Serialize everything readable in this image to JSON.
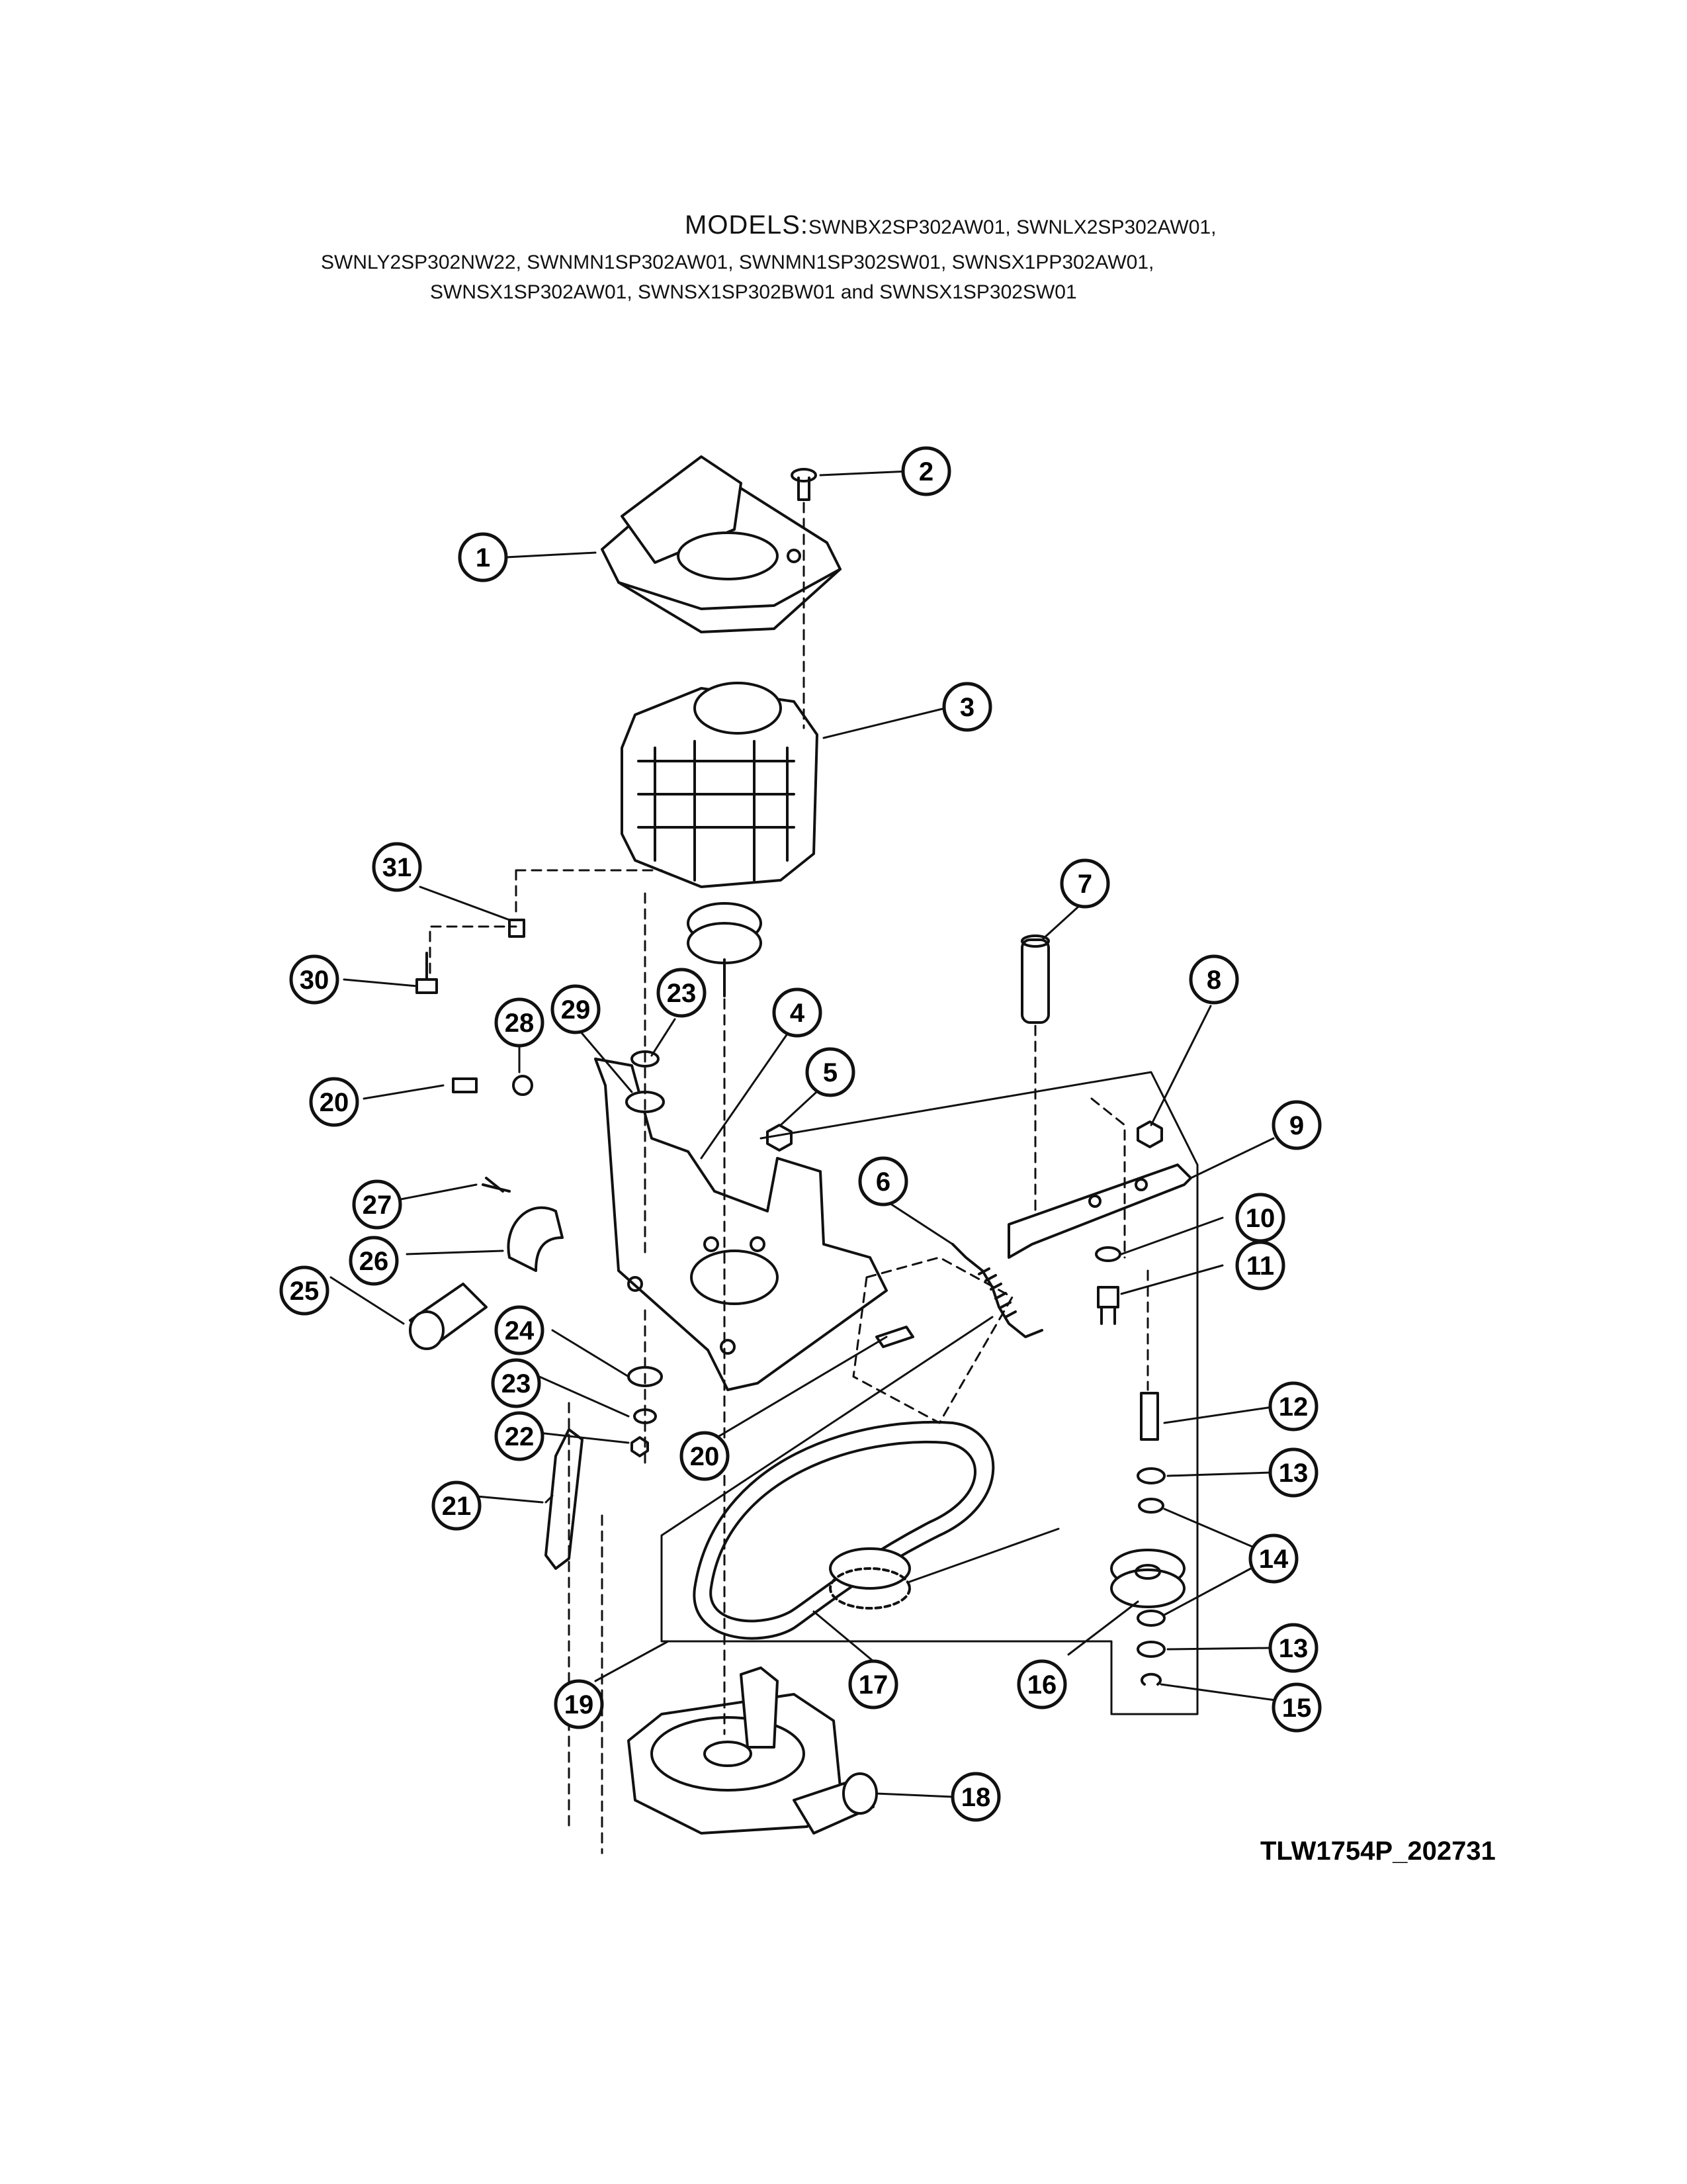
{
  "header": {
    "models_label": "MODELS:",
    "line1": "SWNBX2SP302AW01, SWNLX2SP302AW01,",
    "line2": "SWNLY2SP302NW22, SWNMN1SP302AW01, SWNMN1SP302SW01, SWNSX1PP302AW01,",
    "line3": "SWNSX1SP302AW01, SWNSX1SP302BW01 and SWNSX1SP302SW01"
  },
  "callouts": [
    "1",
    "2",
    "3",
    "4",
    "5",
    "6",
    "7",
    "8",
    "9",
    "10",
    "11",
    "12",
    "13",
    "13",
    "14",
    "15",
    "16",
    "17",
    "18",
    "19",
    "20",
    "20",
    "21",
    "22",
    "23",
    "23",
    "24",
    "25",
    "26",
    "27",
    "28",
    "29",
    "30",
    "31"
  ],
  "reference_code": "TLW1754P_202731",
  "colors": {
    "ink": "#111111",
    "paper": "#ffffff"
  }
}
